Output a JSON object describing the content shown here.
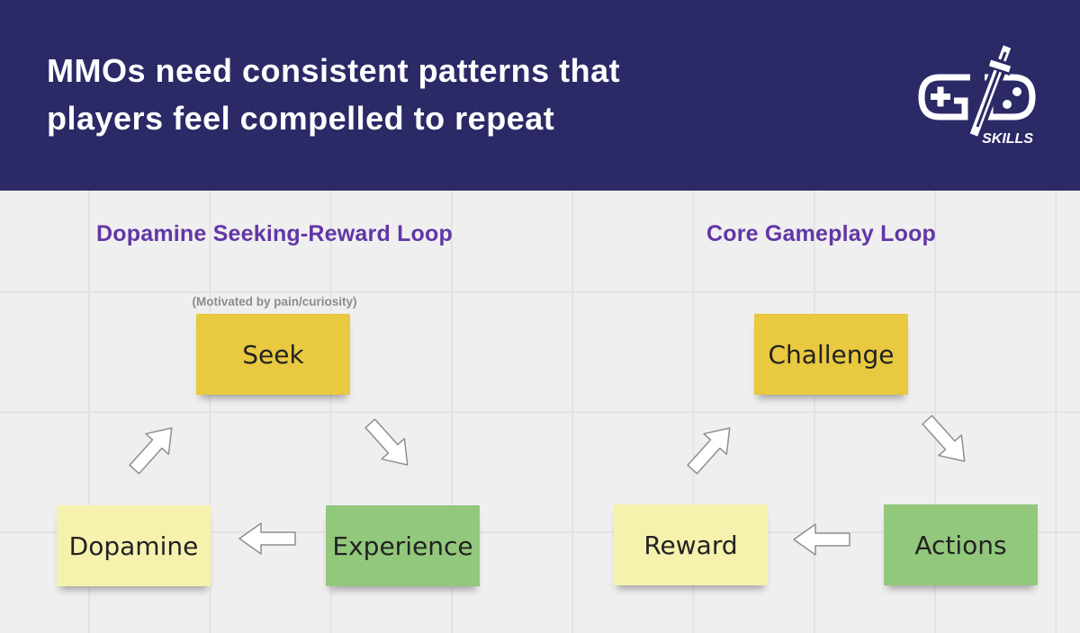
{
  "header": {
    "title_line1": "MMOs need consistent patterns that",
    "title_line2": "players feel compelled to repeat",
    "logo_text": "SKILLS"
  },
  "left_loop": {
    "title": "Dopamine Seeking-Reward Loop",
    "annotation": "(Motivated by pain/curiosity)",
    "notes": {
      "seek": "Seek",
      "experience": "Experience",
      "dopamine": "Dopamine"
    },
    "arrows": [
      "dopamine-to-seek up-right",
      "seek-to-experience down-right",
      "experience-to-dopamine left"
    ]
  },
  "right_loop": {
    "title": "Core Gameplay Loop",
    "notes": {
      "challenge": "Challenge",
      "actions": "Actions",
      "reward": "Reward"
    },
    "arrows": [
      "reward-to-challenge up-right",
      "challenge-to-actions down-right",
      "actions-to-reward left"
    ]
  },
  "colors": {
    "header_bg": "#2b2a67",
    "board_bg": "#f0efef",
    "grid_line": "#e3e2e2",
    "loop_title": "#6236a6",
    "annotation_text": "#8c8c8c",
    "note_yellow": "#e8c93f",
    "note_pale_yellow": "#f6f2ae",
    "note_green": "#92c87c",
    "arrow_fill": "#ffffff",
    "arrow_stroke": "#8f8f8f",
    "title_text": "#ffffff"
  }
}
